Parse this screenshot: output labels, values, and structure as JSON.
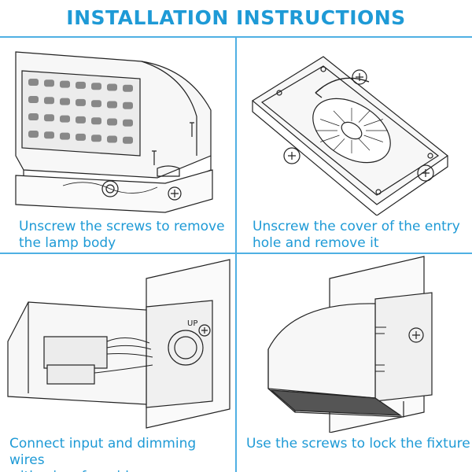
{
  "title": "INSTALLATION INSTRUCTIONS",
  "colors": {
    "accent": "#1e9ad6",
    "divider": "#4fb0e3",
    "line": "#222222"
  },
  "steps": [
    {
      "caption": "Unscrew the screws to remove\nthe lamp body"
    },
    {
      "caption": "Unscrew the cover of the entry\nhole and remove it"
    },
    {
      "caption": "Connect input and dimming wires\nwith wires from j-box"
    },
    {
      "caption": "Use the screws to lock the fixture"
    }
  ]
}
